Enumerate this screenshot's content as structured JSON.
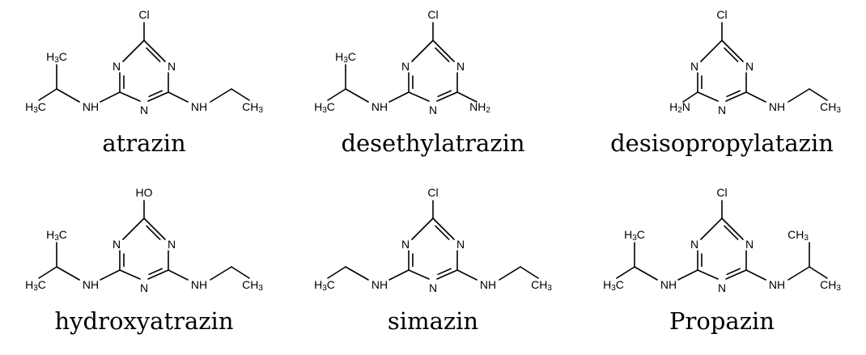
{
  "compounds": [
    {
      "name": "atrazin",
      "top": "Cl",
      "left": "isopropylamino",
      "right": "ethylamino"
    },
    {
      "name": "desethylatrazin",
      "top": "Cl",
      "left": "isopropylamino",
      "right": "amino"
    },
    {
      "name": "desisopropylatazin",
      "top": "Cl",
      "left": "amino",
      "right": "ethylamino"
    },
    {
      "name": "hydroxyatrazin",
      "top": "HO",
      "left": "isopropylamino",
      "right": "ethylamino"
    },
    {
      "name": "simazin",
      "top": "Cl",
      "left": "ethylamino",
      "right": "ethylamino"
    },
    {
      "name": "Propazin",
      "top": "Cl",
      "left": "isopropylamino",
      "right": "isopropylamino"
    }
  ],
  "labels": {
    "N": "N",
    "NH": "NH",
    "H": "H",
    "C": "C",
    "sub2": "2",
    "sub3": "3"
  }
}
